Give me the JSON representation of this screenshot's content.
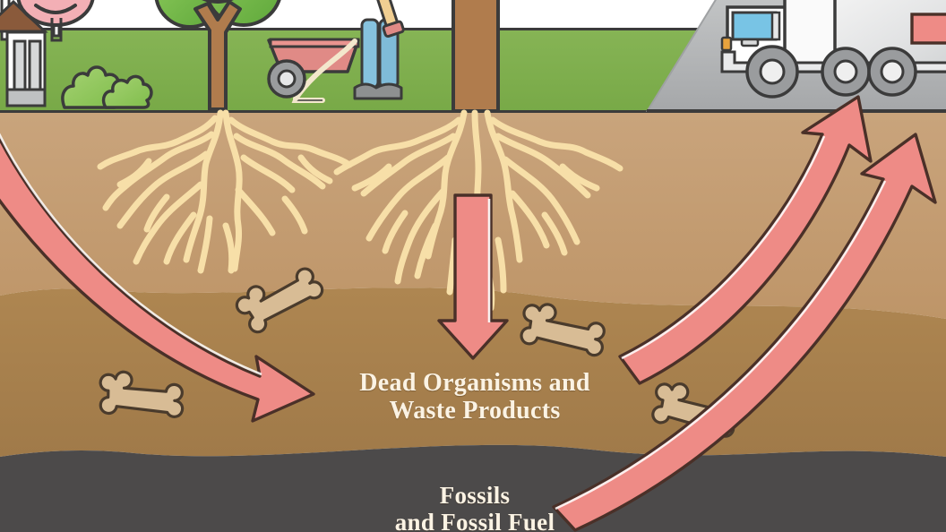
{
  "diagram": {
    "title_visible": false,
    "labels": [
      {
        "id": "dead_organisms",
        "text": "Dead Organisms and\nWaste Products",
        "line1": "Dead Organisms and",
        "line2": "Waste Products",
        "color": "#FBF3E4"
      },
      {
        "id": "fossils",
        "text": "Fossils\nand Fossil Fuel",
        "line1": "Fossils",
        "line2": "and Fossil Fuel",
        "color": "#FBF3E4",
        "clipped_at_bottom": true
      }
    ],
    "layers": [
      {
        "name": "sky",
        "color": "#FFFFFF"
      },
      {
        "name": "grass",
        "color": "#7FB04F"
      },
      {
        "name": "road",
        "color": "#AEB0B2"
      },
      {
        "name": "topsoil",
        "color": "#C49E74"
      },
      {
        "name": "subsoil",
        "color": "#A9804B"
      },
      {
        "name": "fossil-fuel-layer",
        "color": "#4C4A4A"
      }
    ],
    "arrows": [
      {
        "id": "arrow-surface-to-dead",
        "shape": "curve",
        "direction": "down-right",
        "color": "#EE8B86",
        "outline": "#4A3028"
      },
      {
        "id": "arrow-roots-to-dead",
        "shape": "straight",
        "direction": "down",
        "color": "#EE8B86",
        "outline": "#4A3028"
      },
      {
        "id": "arrow-dead-to-surface",
        "shape": "curve",
        "direction": "up-right",
        "color": "#EE8B86",
        "outline": "#4A3028"
      },
      {
        "id": "arrow-fossilfuel-to-surface",
        "shape": "curve",
        "direction": "up-right",
        "color": "#EE8B86",
        "outline": "#4A3028"
      },
      {
        "id": "arrow-bar-top-right",
        "shape": "bar",
        "direction": "horizontal",
        "color": "#EE8B86",
        "outline": "#4A3028"
      }
    ],
    "objects": [
      {
        "id": "house",
        "label": "house",
        "colors": {
          "roof": "#8A5A3B",
          "wall": "#FFFFFF",
          "door": "#C9CBCC"
        }
      },
      {
        "id": "balloon-tree",
        "label": "pink round tree",
        "colors": {
          "crown": "#F2AEB4",
          "trunk": "#FFFFFF"
        }
      },
      {
        "id": "bush-1",
        "label": "bush",
        "colors": {
          "fill": "#9ACB61"
        }
      },
      {
        "id": "bush-2",
        "label": "bush",
        "colors": {
          "fill": "#9ACB61"
        }
      },
      {
        "id": "tree-left",
        "label": "tree",
        "colors": {
          "crown": "#7FBE4D",
          "trunk": "#B07C4D"
        }
      },
      {
        "id": "wheelbarrow",
        "label": "wheelbarrow",
        "colors": {
          "tray": "#E58A86",
          "wheel": "#9A9C9E",
          "handle": "#F5E9CF"
        }
      },
      {
        "id": "gardener",
        "label": "person with shovel",
        "colors": {
          "pants": "#86C2DE",
          "shovel_handle": "#F0CE92",
          "shoes": "#8E9091"
        }
      },
      {
        "id": "tree-center",
        "label": "big tree trunk",
        "colors": {
          "trunk": "#B07C4D"
        }
      },
      {
        "id": "truck",
        "label": "delivery truck",
        "colors": {
          "cab": "#FFFFFF",
          "box": "#E6E7E8",
          "window": "#78C4E5",
          "wheels": "#9A9C9E",
          "light": "#E8A33D"
        }
      },
      {
        "id": "roots-left",
        "label": "tree roots",
        "colors": {
          "root": "#F7DFA8",
          "outline": "#E0C489"
        }
      },
      {
        "id": "roots-center",
        "label": "tree roots",
        "colors": {
          "root": "#F7DFA8",
          "outline": "#E0C489"
        }
      },
      {
        "id": "bone-1",
        "label": "buried bone",
        "colors": {
          "fill": "#D8BC95",
          "outline": "#4A3B2C"
        }
      },
      {
        "id": "bone-2",
        "label": "buried bone",
        "colors": {
          "fill": "#D8BC95",
          "outline": "#4A3B2C"
        }
      },
      {
        "id": "bone-3",
        "label": "buried bone",
        "colors": {
          "fill": "#D8BC95",
          "outline": "#4A3B2C"
        }
      },
      {
        "id": "bone-4",
        "label": "buried bone",
        "colors": {
          "fill": "#D8BC95",
          "outline": "#4A3B2C"
        }
      }
    ],
    "palette": {
      "pink_arrow": "#EE8B86",
      "arrow_outline": "#4A3028",
      "arrow_highlight": "#FFFFFF",
      "grass_green": "#7FB04F",
      "grass_green_dark": "#6B9A40",
      "topsoil": "#C49E74",
      "subsoil": "#A9804B",
      "fossil_dark": "#4C4A4A",
      "root_cream": "#F7DFA8",
      "bone_fill": "#D8BC95",
      "road_gray": "#AEB0B2",
      "outline_dark": "#3B3B3B",
      "text_cream": "#FBF3E4"
    }
  }
}
